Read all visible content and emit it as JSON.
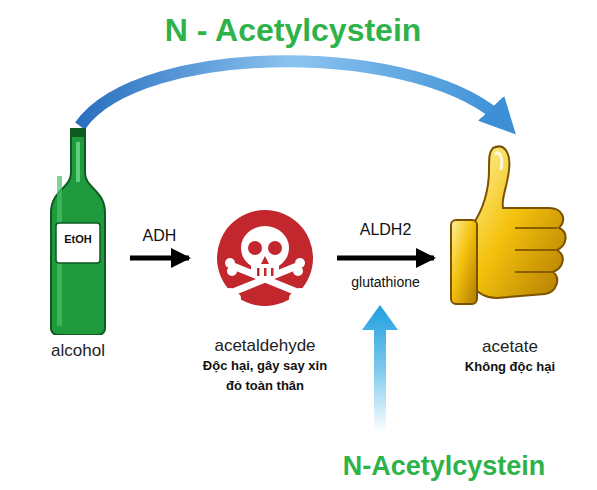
{
  "diagram": {
    "nodes": [
      {
        "text": [
          "EtOH",
          "alcohol"
        ]
      },
      {
        "text": [
          "acetaldehyde",
          "Độc hại, gây say xỉn đỏ toàn thân"
        ]
      },
      {
        "text": [
          "acetate",
          "Không độc hại"
        ]
      }
    ],
    "edges": [
      {
        "from": 0,
        "to": 1,
        "arrow": "to",
        "label": "ADH"
      },
      {
        "from": 1,
        "to": 2,
        "arrow": "to",
        "label": "ALDH2"
      },
      {
        "from": 0,
        "to": 2,
        "arrow": "to",
        "label": "N - Acetylcystein"
      }
    ],
    "labels": [
      "glutathione",
      "N-Acetylcystein"
    ]
  }
}
